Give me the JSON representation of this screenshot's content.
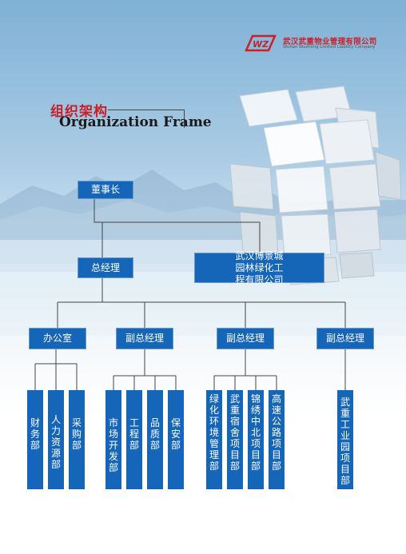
{
  "logo": {
    "cn": "武汉武重物业管理有限公司",
    "en": "Wuhan Wuzheng Limited Liability Company"
  },
  "title": {
    "cn": "组织架构",
    "en": "Organization Frame"
  },
  "org": {
    "chairman": "董事长",
    "gm": "总经理",
    "subsidiary": "武汉博景城园林绿化工程有限公司",
    "level3": [
      "办公室",
      "副总经理",
      "副总经理",
      "副总经理"
    ],
    "group1": [
      "财务部",
      "人力资源部",
      "采购部"
    ],
    "group2": [
      "市场开发部",
      "工程部",
      "品质部",
      "保安部"
    ],
    "group3": [
      "绿化环境管理部",
      "武重宿舍项目部",
      "锦绣中北项目部",
      "高速公路项目部"
    ],
    "group4": [
      "武重工业园项目部"
    ]
  },
  "colors": {
    "box": "#1565b8",
    "title_red": "#c8202a",
    "line": "#444444"
  }
}
